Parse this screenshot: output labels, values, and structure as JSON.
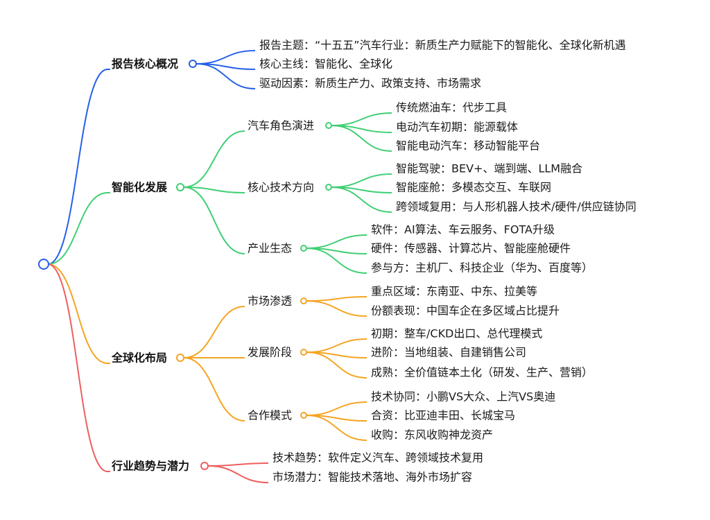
{
  "colors": {
    "branch1": "#2660e8",
    "branch2": "#3fcf74",
    "branch3": "#f5a422",
    "branch4": "#ee5e5e"
  },
  "branches": [
    {
      "label": "报告核心概况",
      "children": [
        {
          "label": "报告主题：“十五五”汽车行业：新质生产力赋能下的智能化、全球化新机遇"
        },
        {
          "label": "核心主线：智能化、全球化"
        },
        {
          "label": "驱动因素：新质生产力、政策支持、市场需求"
        }
      ]
    },
    {
      "label": "智能化发展",
      "children": [
        {
          "label": "汽车角色演进",
          "children": [
            {
              "label": "传统燃油车：代步工具"
            },
            {
              "label": "电动汽车初期：能源载体"
            },
            {
              "label": "智能电动汽车：移动智能平台"
            }
          ]
        },
        {
          "label": "核心技术方向",
          "children": [
            {
              "label": "智能驾驶：BEV+、端到端、LLM融合"
            },
            {
              "label": "智能座舱：多模态交互、车联网"
            },
            {
              "label": "跨领域复用：与人形机器人技术/硬件/供应链协同"
            }
          ]
        },
        {
          "label": "产业生态",
          "children": [
            {
              "label": "软件：AI算法、车云服务、FOTA升级"
            },
            {
              "label": "硬件：传感器、计算芯片、智能座舱硬件"
            },
            {
              "label": "参与方：主机厂、科技企业（华为、百度等）"
            }
          ]
        }
      ]
    },
    {
      "label": "全球化布局",
      "children": [
        {
          "label": "市场渗透",
          "children": [
            {
              "label": "重点区域：东南亚、中东、拉美等"
            },
            {
              "label": "份额表现：中国车企在多区域占比提升"
            }
          ]
        },
        {
          "label": "发展阶段",
          "children": [
            {
              "label": "初期：整车/CKD出口、总代理模式"
            },
            {
              "label": "进阶：当地组装、自建销售公司"
            },
            {
              "label": "成熟：全价值链本土化（研发、生产、营销）"
            }
          ]
        },
        {
          "label": "合作模式",
          "children": [
            {
              "label": "技术协同：小鹏VS大众、上汽VS奥迪"
            },
            {
              "label": "合资：比亚迪丰田、长城宝马"
            },
            {
              "label": "收购：东风收购神龙资产"
            }
          ]
        }
      ]
    },
    {
      "label": "行业趋势与潜力",
      "children": [
        {
          "label": "技术趋势：软件定义汽车、跨领域技术复用"
        },
        {
          "label": "市场潜力：智能技术落地、海外市场扩容"
        }
      ]
    }
  ]
}
